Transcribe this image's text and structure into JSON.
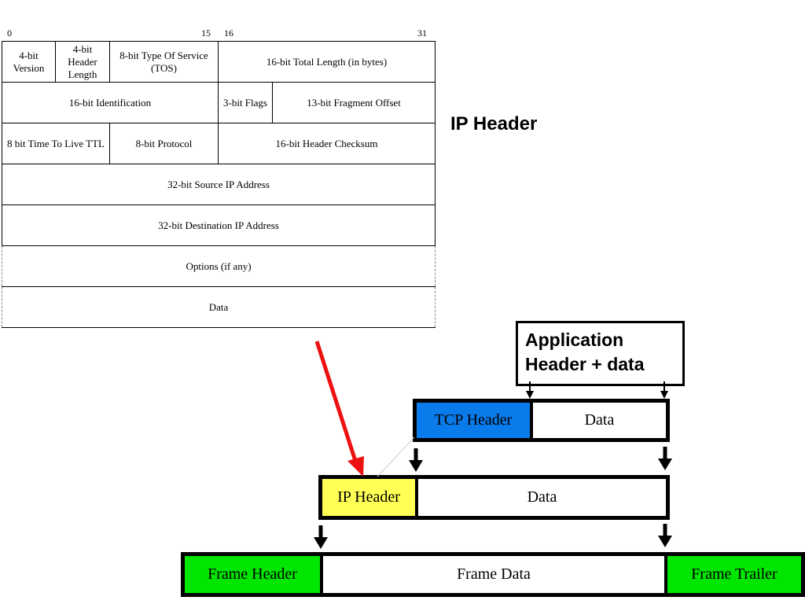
{
  "bit_ruler": {
    "b0": "0",
    "b15": "15",
    "b16": "16",
    "b31": "31"
  },
  "ip_header": {
    "title": "IP Header",
    "rows": [
      [
        "4-bit Version",
        "4-bit Header Length",
        "8-bit Type Of Service (TOS)",
        "16-bit Total Length (in bytes)"
      ],
      [
        "16-bit Identification",
        "3-bit Flags",
        "13-bit Fragment Offset"
      ],
      [
        "8 bit Time To Live TTL",
        "8-bit Protocol",
        "16-bit Header Checksum"
      ],
      [
        "32-bit Source IP Address"
      ],
      [
        "32-bit Destination IP Address"
      ],
      [
        "Options (if any)"
      ],
      [
        "Data"
      ]
    ]
  },
  "application": {
    "line1": "Application",
    "line2": "Header + data"
  },
  "tcp_layer": {
    "header": "TCP Header",
    "data": "Data",
    "header_color": "#0a7bea"
  },
  "ip_layer": {
    "header": "IP Header",
    "data": "Data",
    "header_color": "#ffff55"
  },
  "frame_layer": {
    "header": "Frame Header",
    "data": "Frame Data",
    "trailer": "Frame Trailer",
    "header_color": "#00e600",
    "trailer_color": "#00e600"
  },
  "colors": {
    "pointer_arrow": "#ee1111",
    "data_fill": "#ffffff"
  }
}
